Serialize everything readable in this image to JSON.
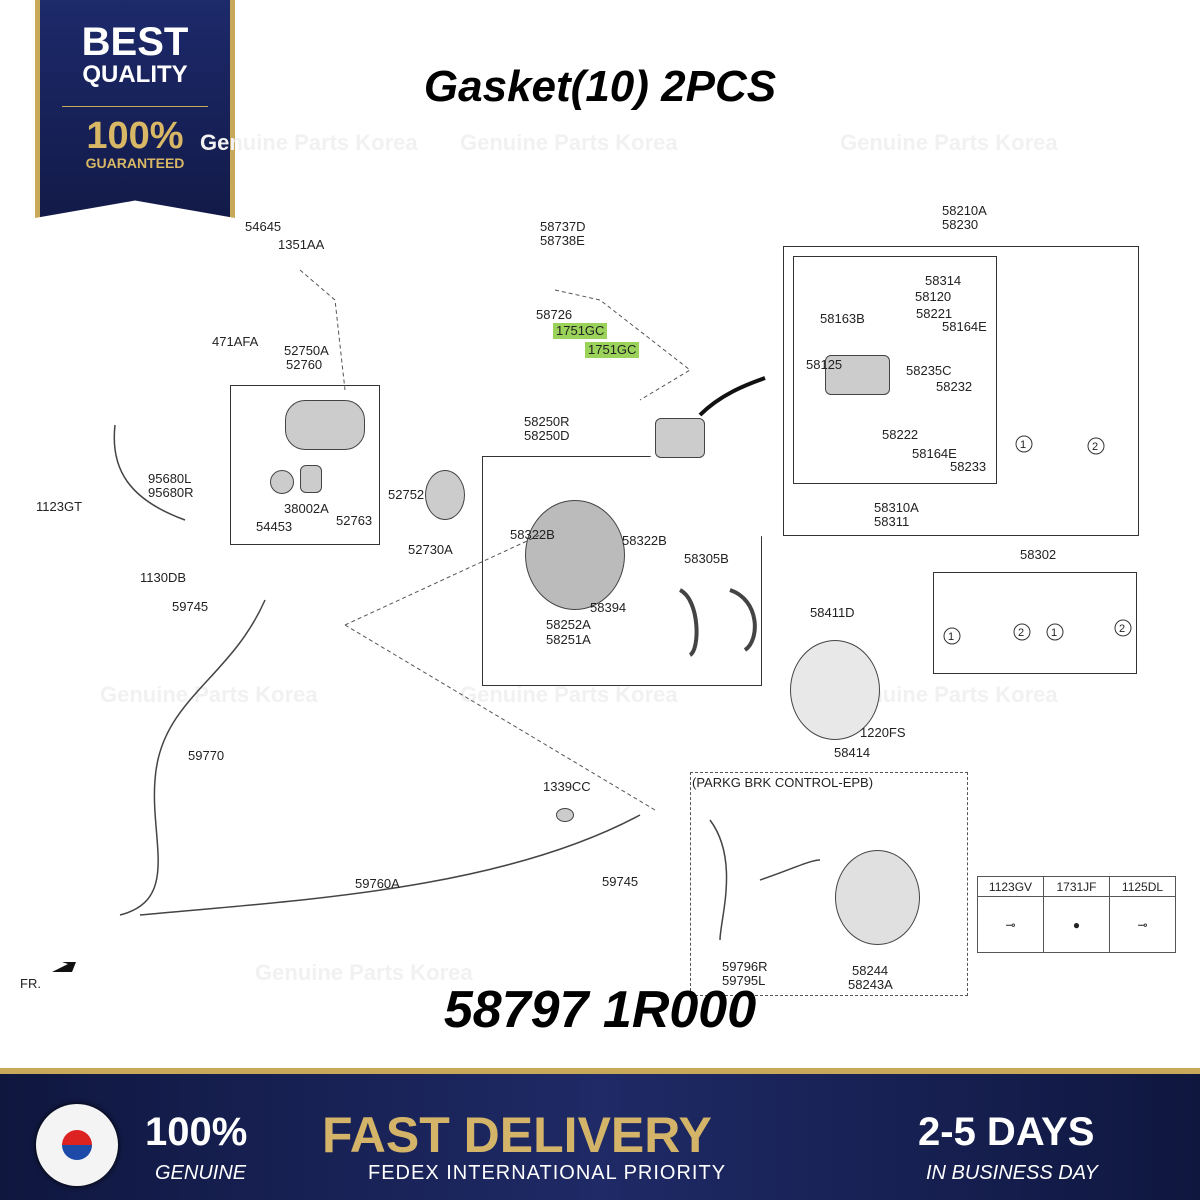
{
  "badge": {
    "line1": "BEST",
    "line2": "QUALITY",
    "line3": "100%",
    "line4": "GUARANTEED"
  },
  "title": "Gasket(10) 2PCS",
  "part_number": "58797 1R000",
  "watermark": "Genuine Parts Korea",
  "diagram": {
    "labels": [
      "54645",
      "1351AA",
      "471AFA",
      "52750A",
      "52760",
      "95680L",
      "95680R",
      "1123GT",
      "38002A",
      "52763",
      "54453",
      "1130DB",
      "59745",
      "58737D",
      "58738E",
      "58726",
      "1751GC",
      "1751GC",
      "58250R",
      "58250D",
      "52752",
      "52730A",
      "58322B",
      "58322B",
      "58305B",
      "58394",
      "58252A",
      "58251A",
      "58210A",
      "58230",
      "58314",
      "58120",
      "58163B",
      "58221",
      "58164E",
      "58125",
      "58235C",
      "58232",
      "58222",
      "58164E",
      "58233",
      "58310A",
      "58311",
      "58302",
      "58411D",
      "1220FS",
      "58414",
      "59770",
      "1339CC",
      "59745",
      "59760A",
      "(PARKG BRK CONTROL-EPB)",
      "59796R",
      "59795L",
      "58244",
      "58243A",
      "FR."
    ],
    "circle_1": "1",
    "circle_2": "2",
    "table": {
      "headers": [
        "1123GV",
        "1731JF",
        "1125DL"
      ]
    }
  },
  "banner": {
    "genuine_pct": "100%",
    "genuine": "GENUINE",
    "fast": "FAST DELIVERY",
    "fedex": "FEDEX INTERNATIONAL PRIORITY",
    "days": "2-5 DAYS",
    "business": "IN BUSINESS DAY"
  },
  "colors": {
    "navy": "#1d2a6b",
    "gold": "#c8a95a",
    "highlight": "#9bd35a"
  }
}
